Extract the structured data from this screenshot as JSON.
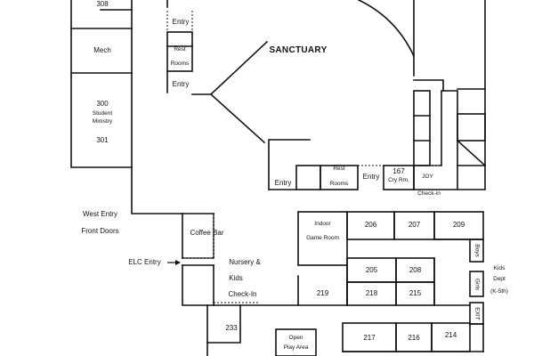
{
  "rooms": {
    "r308": "308",
    "mech": "Mech",
    "r300": "300",
    "student_ministry_1": "Student",
    "student_ministry_2": "Ministry",
    "r301": "301",
    "sanctuary": "SANCTUARY",
    "entry_top": "Entry",
    "rest_rooms_left_1": "Rest",
    "rest_rooms_left_2": "Rooms",
    "entry_mid": "Entry",
    "entry_bottom_left": "Entry",
    "rest_rooms_bottom_1": "Rest",
    "rest_rooms_bottom_2": "Rooms",
    "entry_bottom_right": "Entry",
    "cry_rm_num": "167",
    "cry_rm": "Cry Rm.",
    "joy": "JOY",
    "check_in_top": "Check-in",
    "west_entry": "West Entry",
    "front_doors": "Front Doors",
    "coffee_bar": "Coffee Bar",
    "elc_entry": "ELC Entry",
    "nursery_1": "Nursery &",
    "nursery_2": "Kids",
    "nursery_3": "Check-In",
    "indoor_game_1": "Indoor",
    "indoor_game_2": "Game Room",
    "r206": "206",
    "r207": "207",
    "r209": "209",
    "r205": "205",
    "r208": "208",
    "r219": "219",
    "r218": "218",
    "r215": "215",
    "boys": "Boys",
    "girls": "Girls",
    "exit": "EXIT",
    "kids_dept_1": "Kids",
    "kids_dept_2": "Dept",
    "kids_dept_3": "(K-5th)",
    "r233": "233",
    "open_play_1": "Open",
    "open_play_2": "Play Area",
    "r217": "217",
    "r216": "216",
    "r214": "214"
  }
}
